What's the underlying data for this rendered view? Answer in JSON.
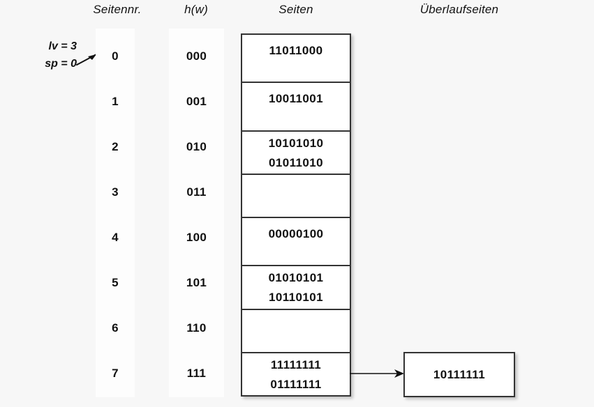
{
  "headers": {
    "seitennr": "Seitennr.",
    "hw": "h(w)",
    "seiten": "Seiten",
    "ueberlaufseiten": "Überlaufseiten"
  },
  "params": {
    "lv": "lv = 3",
    "sp": "sp = 0"
  },
  "colors": {
    "background": "#f7f7f7",
    "strip": "#fdfdfd",
    "box_border": "#333333",
    "box_fill": "#ffffff",
    "text": "#111111"
  },
  "rows": [
    {
      "seitennr": "0",
      "hw": "000",
      "entries": [
        "11011000"
      ]
    },
    {
      "seitennr": "1",
      "hw": "001",
      "entries": [
        "10011001"
      ]
    },
    {
      "seitennr": "2",
      "hw": "010",
      "entries": [
        "10101010",
        "01011010"
      ]
    },
    {
      "seitennr": "3",
      "hw": "011",
      "entries": []
    },
    {
      "seitennr": "4",
      "hw": "100",
      "entries": [
        "00000100"
      ]
    },
    {
      "seitennr": "5",
      "hw": "101",
      "entries": [
        "01010101",
        "10110101"
      ]
    },
    {
      "seitennr": "6",
      "hw": "110",
      "entries": []
    },
    {
      "seitennr": "7",
      "hw": "111",
      "entries": [
        "11111111",
        "01111111"
      ]
    }
  ],
  "overflow": {
    "entries": [
      "10111111"
    ],
    "from_row_index": 7
  }
}
